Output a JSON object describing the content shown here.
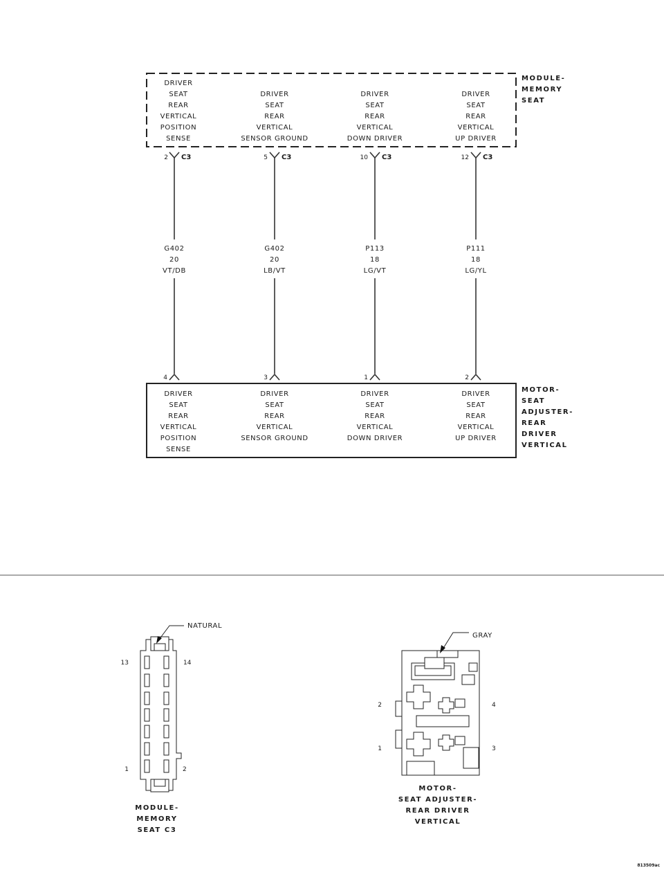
{
  "module": {
    "title": [
      "MODULE-",
      "MEMORY",
      "SEAT"
    ],
    "columns": [
      [
        "DRIVER",
        "SEAT",
        "REAR",
        "VERTICAL",
        "POSITION",
        "SENSE"
      ],
      [
        "DRIVER",
        "SEAT",
        "REAR",
        "VERTICAL",
        "SENSOR GROUND"
      ],
      [
        "DRIVER",
        "SEAT",
        "REAR",
        "VERTICAL",
        "DOWN DRIVER"
      ],
      [
        "DRIVER",
        "SEAT",
        "REAR",
        "VERTICAL",
        "UP DRIVER"
      ]
    ],
    "pins": [
      {
        "number": "2",
        "connector": "C3"
      },
      {
        "number": "5",
        "connector": "C3"
      },
      {
        "number": "10",
        "connector": "C3"
      },
      {
        "number": "12",
        "connector": "C3"
      }
    ]
  },
  "wires": [
    {
      "circuit": "G402",
      "gauge": "20",
      "color": "VT/DB"
    },
    {
      "circuit": "G402",
      "gauge": "20",
      "color": "LB/VT"
    },
    {
      "circuit": "P113",
      "gauge": "18",
      "color": "LG/VT"
    },
    {
      "circuit": "P111",
      "gauge": "18",
      "color": "LG/YL"
    }
  ],
  "motor": {
    "title": [
      "MOTOR-",
      "SEAT",
      "ADJUSTER-",
      "REAR",
      "DRIVER",
      "VERTICAL"
    ],
    "pins": [
      "4",
      "3",
      "1",
      "2"
    ],
    "columns": [
      [
        "DRIVER",
        "SEAT",
        "REAR",
        "VERTICAL",
        "POSITION",
        "SENSE"
      ],
      [
        "DRIVER",
        "SEAT",
        "REAR",
        "VERTICAL",
        "SENSOR GROUND"
      ],
      [
        "DRIVER",
        "SEAT",
        "REAR",
        "VERTICAL",
        "DOWN DRIVER"
      ],
      [
        "DRIVER",
        "SEAT",
        "REAR",
        "VERTICAL",
        "UP DRIVER"
      ]
    ]
  },
  "connector_views": {
    "memory": {
      "color_label": "NATURAL",
      "pins": {
        "top_left": "13",
        "top_right": "14",
        "bottom_left": "1",
        "bottom_right": "2"
      },
      "caption": [
        "MODULE-",
        "MEMORY",
        "SEAT C3"
      ]
    },
    "motor": {
      "color_label": "GRAY",
      "pins": {
        "upper_left": "2",
        "upper_right": "4",
        "lower_left": "1",
        "lower_right": "3"
      },
      "caption": [
        "MOTOR-",
        "SEAT ADJUSTER-",
        "REAR DRIVER",
        "VERTICAL"
      ]
    }
  },
  "figure_id": "813509ac"
}
